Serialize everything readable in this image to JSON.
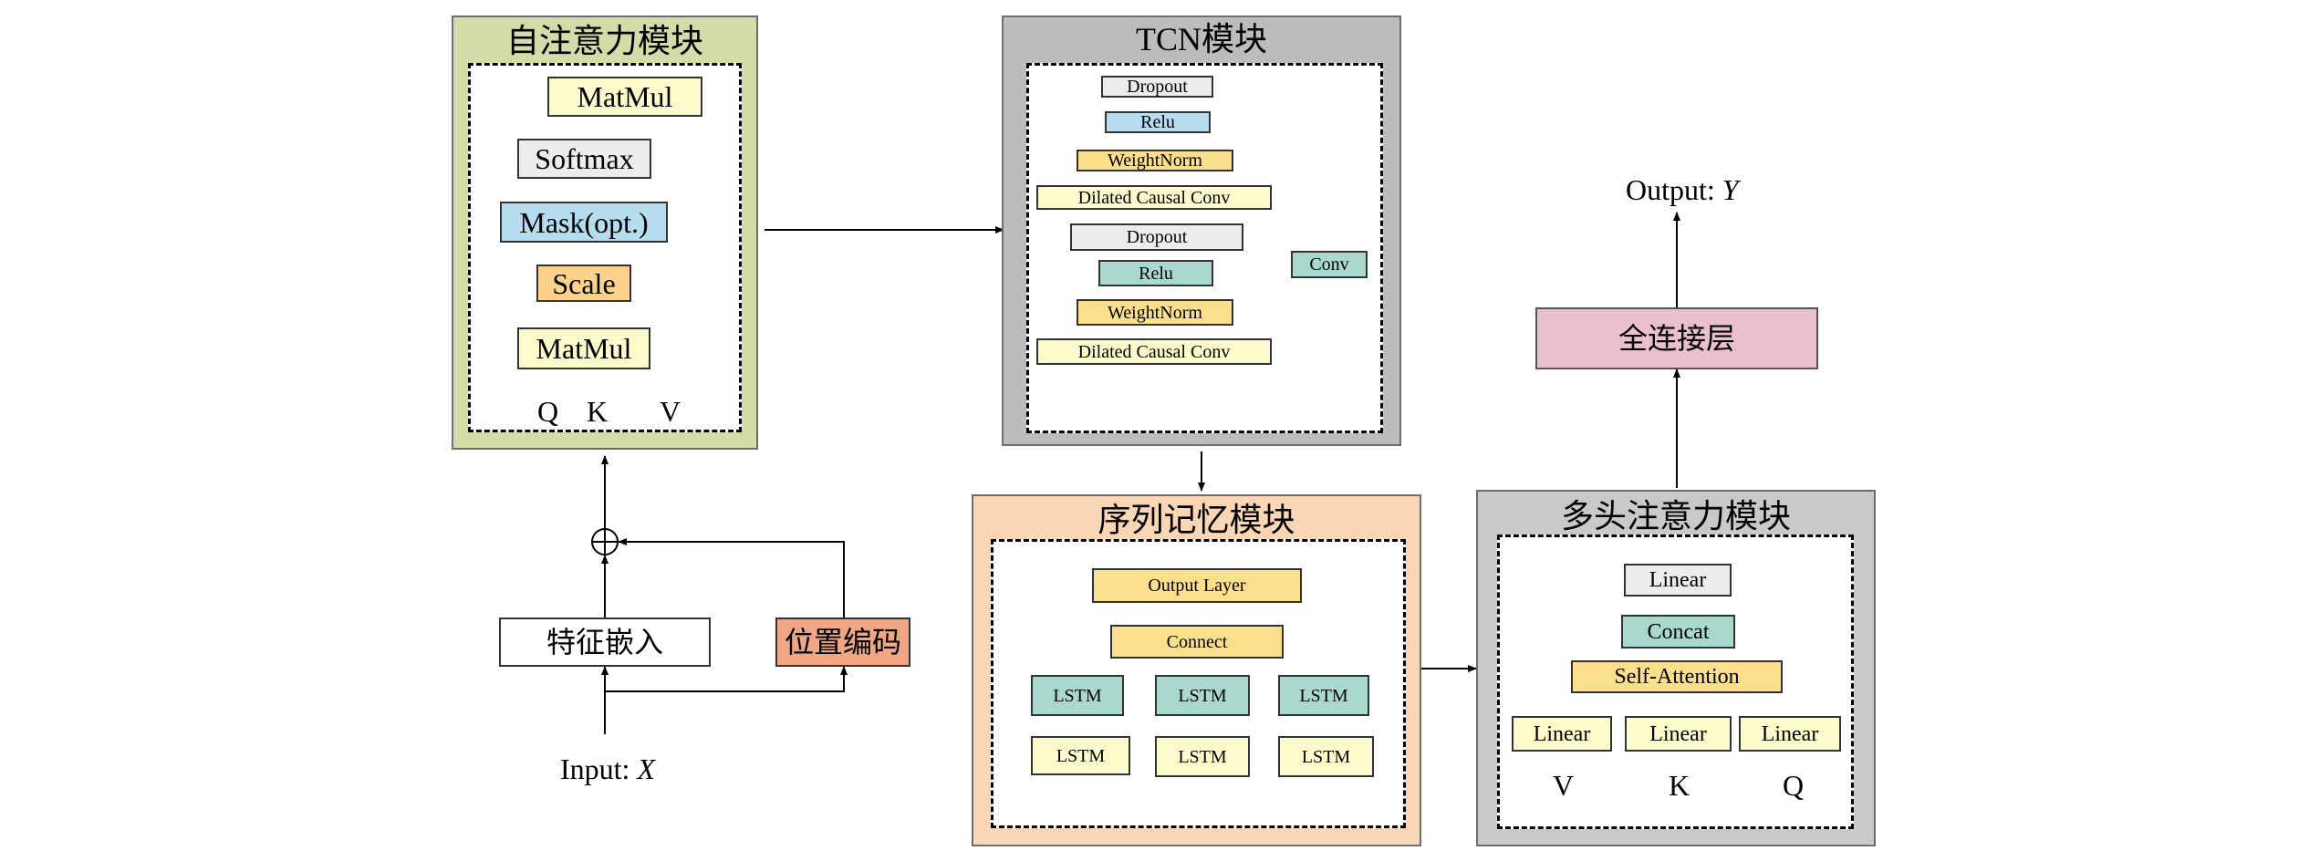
{
  "self_attention": {
    "title": "自注意力模块",
    "matmul_top": "MatMul",
    "softmax": "Softmax",
    "mask": "Mask(opt.)",
    "scale": "Scale",
    "matmul_bottom": "MatMul",
    "q": "Q",
    "k": "K",
    "v": "V"
  },
  "input": {
    "feature_embedding": "特征嵌入",
    "position_encoding": "位置编码",
    "label": "Input: ",
    "var": "X"
  },
  "tcn": {
    "title": "TCN模块",
    "dropout_top": "Dropout",
    "relu_top": "Relu",
    "weightnorm_top": "WeightNorm",
    "dilated_top": "Dilated Causal Conv",
    "dropout_bottom": "Dropout",
    "relu_bottom": "Relu",
    "weightnorm_bottom": "WeightNorm",
    "dilated_bottom": "Dilated Causal Conv",
    "conv": "Conv"
  },
  "sequence_memory": {
    "title": "序列记忆模块",
    "output_layer": "Output Layer",
    "connect": "Connect",
    "lstm": "LSTM"
  },
  "multi_head": {
    "title": "多头注意力模块",
    "linear_top": "Linear",
    "concat": "Concat",
    "self_attention": "Self-Attention",
    "linear": "Linear",
    "v": "V",
    "k": "K",
    "q": "Q"
  },
  "output": {
    "fc": "全连接层",
    "label": "Output: ",
    "var": "Y"
  },
  "colors": {
    "self_attention_panel": "#d3dca8",
    "tcn_panel": "#bcbcbc",
    "sequence_panel": "#fbd6b4",
    "multi_head_panel": "#c9c9c9",
    "yellow": "#fbfbcc",
    "grey": "#ececec",
    "blue": "#b6dcef",
    "orange": "#fbd289",
    "teal": "#a9d8cc",
    "peach": "#f0a684",
    "pink": "#ebc0ce",
    "gold": "#fbdf8c"
  }
}
